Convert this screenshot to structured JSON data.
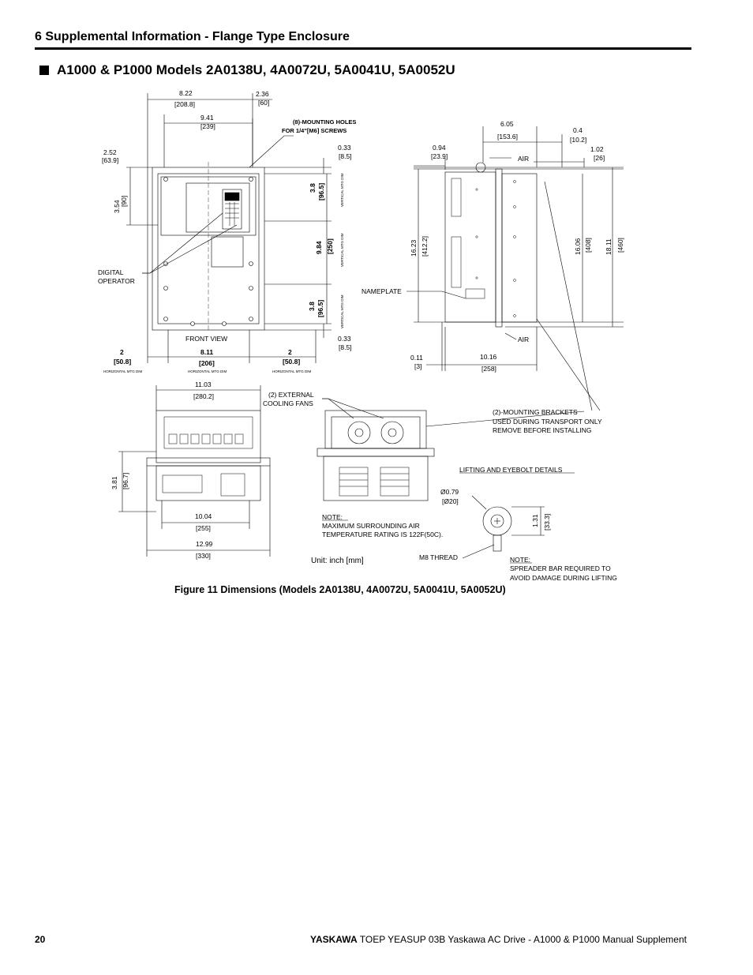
{
  "section_header": "6 Supplemental Information - Flange Type Enclosure",
  "model_heading": "A1000 & P1000 Models 2A0138U, 4A0072U, 5A0041U, 5A0052U",
  "drawing": {
    "front": {
      "d_8_22": "8.22",
      "d_208_8": "[208.8]",
      "d_2_36": "2.36",
      "d_60": "[60]",
      "d_9_41": "9.41",
      "d_239": "[239]",
      "holes_1": "(8)-MOUNTING HOLES",
      "holes_2": "FOR 1/4\"[M6] SCREWS",
      "d_2_52": "2.52",
      "d_63_9": "[63.9]",
      "d_0_33a": "0.33",
      "d_8_5a": "[8.5]",
      "d_3_54": "3.54",
      "d_90": "[90]",
      "d_3_8a": "3.8",
      "d_96_5a": "[96.5]",
      "d_9_84": "9.84",
      "d_250": "[250]",
      "d_3_8b": "3.8",
      "d_96_5b": "[96.5]",
      "vert_mtg": "VERTICAL MTG DIM",
      "digital_1": "DIGITAL",
      "digital_2": "OPERATOR",
      "front_view": "FRONT VIEW",
      "d_0_33b": "0.33",
      "d_8_5b": "[8.5]",
      "d_2a": "2",
      "d_50_8a": "[50.8]",
      "d_8_11": "8.11",
      "d_206": "[206]",
      "d_2b": "2",
      "d_50_8b": "[50.8]",
      "horiz_mtg": "HORIZONTAL MTG DIM"
    },
    "side": {
      "d_6_05": "6.05",
      "d_153_6": "[153.6]",
      "d_0_4": "0.4",
      "d_10_2": "[10.2]",
      "d_0_94": "0.94",
      "d_23_9": "[23.9]",
      "d_1_02": "1.02",
      "d_26": "[26]",
      "air_top": "AIR",
      "air_bottom": "AIR",
      "d_16_23": "16.23",
      "d_412_2": "[412.2]",
      "d_16_06": "16.06",
      "d_408": "[408]",
      "d_18_11": "18.11",
      "d_460": "[460]",
      "nameplate": "NAMEPLATE",
      "d_0_11": "0.11",
      "d_3": "[3]",
      "d_10_16": "10.16",
      "d_258": "[258]"
    },
    "bottom": {
      "d_11_03": "11.03",
      "d_280_2": "[280.2]",
      "fans_1": "(2) EXTERNAL",
      "fans_2": "COOLING FANS",
      "d_3_81": "3.81",
      "d_96_7": "[96.7]",
      "d_10_04": "10.04",
      "d_255": "[255]",
      "d_12_99": "12.99",
      "d_330": "[330]",
      "brackets_1": "(2)-MOUNTING BRACKETS",
      "brackets_2": "USED DURING TRANSPORT ONLY",
      "brackets_3": "REMOVE BEFORE INSTALLING",
      "lifting": "LIFTING AND EYEBOLT DETAILS",
      "d_0_79": "Ø0.79",
      "d_20": "[Ø20]",
      "d_1_31": "1.31",
      "d_33_3": "[33.3]",
      "note1_h": "NOTE:",
      "note1_1": "MAXIMUM SURROUNDING AIR",
      "note1_2": "TEMPERATURE RATING IS 122F(50C).",
      "m8": "M8 THREAD",
      "unit": "Unit: inch [mm]",
      "note2_h": "NOTE:",
      "note2_1": "SPREADER BAR REQUIRED TO",
      "note2_2": "AVOID DAMAGE DURING LIFTING"
    }
  },
  "figure_caption": "Figure 11  Dimensions (Models 2A0138U, 4A0072U, 5A0041U, 5A0052U)",
  "footer": {
    "page_number": "20",
    "brand": "YASKAWA",
    "text": " TOEP YEASUP 03B Yaskawa AC Drive - A1000 & P1000 Manual Supplement"
  }
}
